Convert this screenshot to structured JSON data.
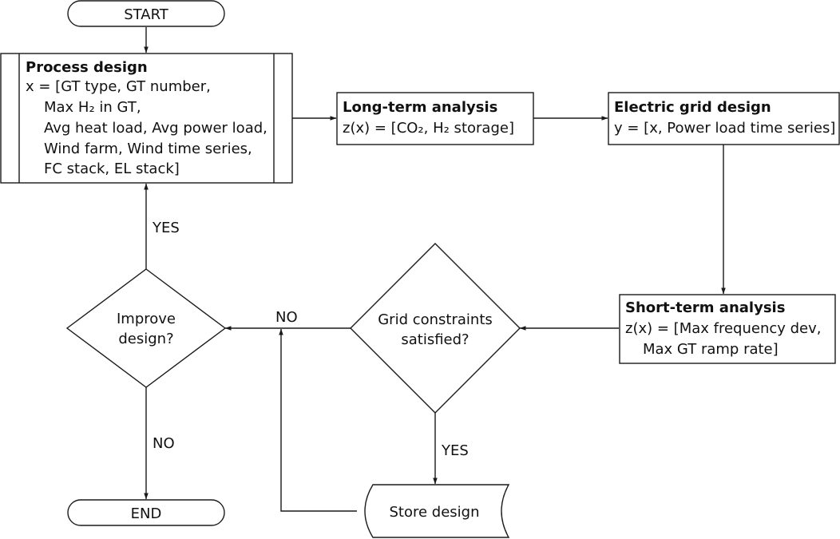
{
  "terminals": {
    "start": "START",
    "end": "END"
  },
  "process_design": {
    "title": "Process design",
    "lines": [
      "x = [GT type, GT number,",
      "Max H₂ in GT,",
      "Avg heat load, Avg power load,",
      "Wind farm, Wind time series,",
      "FC stack, EL stack]"
    ]
  },
  "long_term": {
    "title": "Long-term analysis",
    "line": "z(x) = [CO₂, H₂ storage]"
  },
  "electric_grid": {
    "title": "Electric grid design",
    "line": "y = [x, Power load time series]"
  },
  "short_term": {
    "title": "Short-term analysis",
    "lines": [
      "z(x) = [Max frequency dev,",
      "Max GT ramp rate]"
    ]
  },
  "grid_decision": {
    "lines": [
      "Grid constraints",
      "satisfied?"
    ]
  },
  "improve_decision": {
    "lines": [
      "Improve",
      "design?"
    ]
  },
  "store": {
    "label": "Store design"
  },
  "edge_labels": {
    "grid_yes": "YES",
    "grid_no": "NO",
    "improve_yes": "YES",
    "improve_no": "NO"
  }
}
